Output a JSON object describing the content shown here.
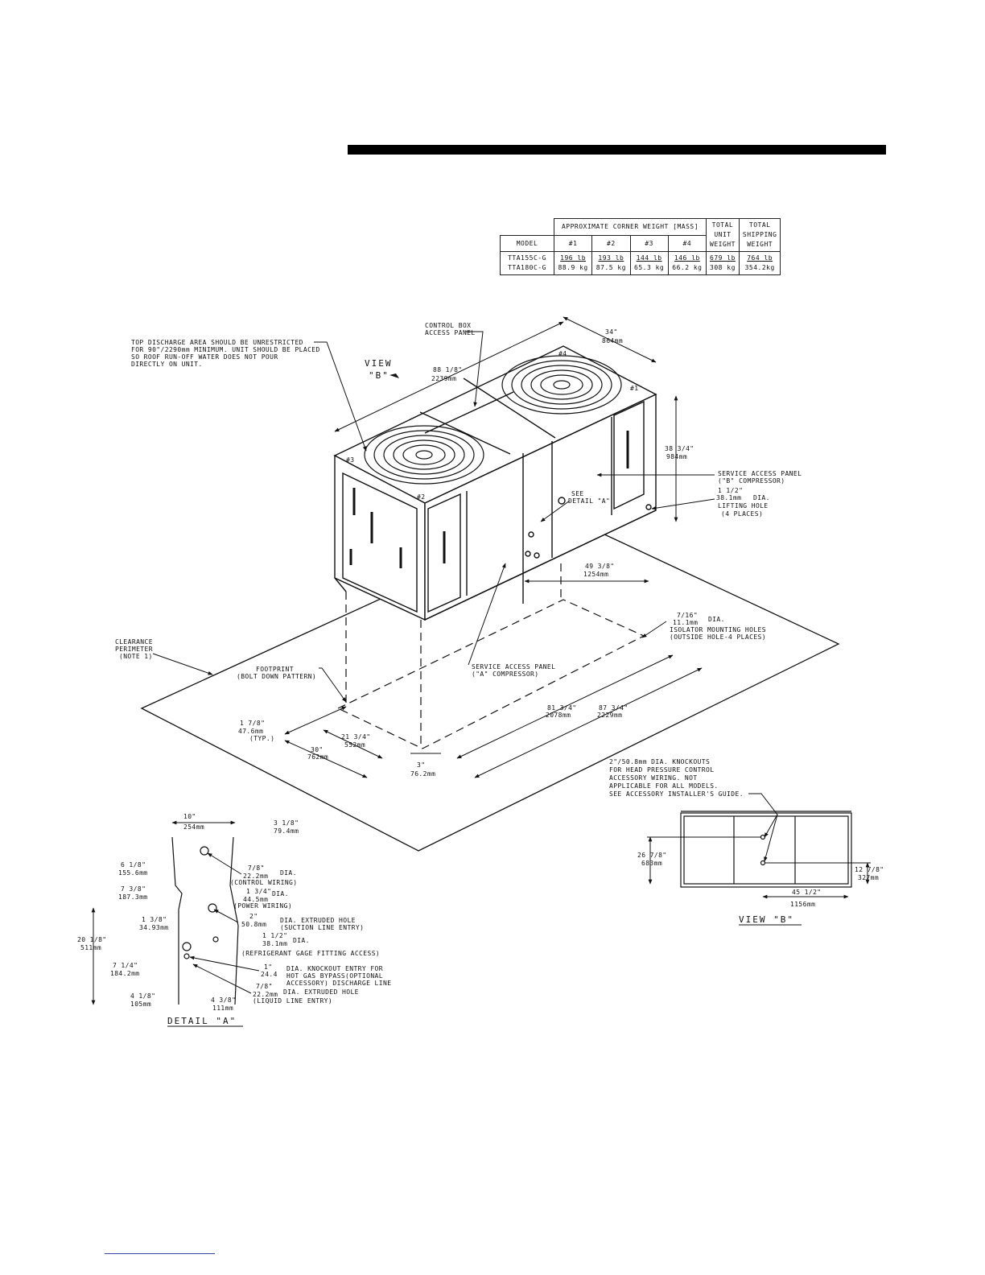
{
  "table": {
    "header_corner": "APPROXIMATE CORNER WEIGHT [MASS]",
    "header_total_unit": [
      "TOTAL",
      "UNIT",
      "WEIGHT"
    ],
    "header_total_ship": [
      "TOTAL",
      "SHIPPING",
      "WEIGHT"
    ],
    "col_model": "MODEL",
    "cols": [
      "#1",
      "#2",
      "#3",
      "#4"
    ],
    "models": [
      "TTA155C-G",
      "TTA180C-G"
    ],
    "corner_lb": [
      "196 lb",
      "193 lb",
      "144 lb",
      "146 lb"
    ],
    "corner_kg": [
      "88.9 kg",
      "87.5 kg",
      "65.3 kg",
      "66.2 kg"
    ],
    "unit_lb": "679 lb",
    "unit_kg": "308 kg",
    "ship_lb": "764 lb",
    "ship_kg": "354.2kg"
  },
  "notes": {
    "top_discharge": [
      "TOP DISCHARGE AREA SHOULD BE UNRESTRICTED",
      "FOR 90\"/2290mm MINIMUM. UNIT SHOULD BE PLACED",
      "SO ROOF RUN-OFF WATER DOES NOT POUR",
      "DIRECTLY ON UNIT."
    ],
    "control_box": [
      "CONTROL BOX",
      "ACCESS PANEL"
    ],
    "view_b_arrow": [
      "VIEW",
      "\"B\""
    ],
    "clearance": [
      "CLEARANCE",
      "PERIMETER",
      "(NOTE 1)"
    ],
    "footprint": [
      "FOOTPRINT",
      "(BOLT DOWN PATTERN)"
    ],
    "service_b": [
      "SERVICE ACCESS PANEL",
      "(\"B\" COMPRESSOR)"
    ],
    "lifting_hole": [
      "DIA.",
      "LIFTING HOLE",
      "(4 PLACES)"
    ],
    "see_detail": [
      "SEE",
      "DETAIL \"A\""
    ],
    "service_a": [
      "SERVICE ACCESS PANEL",
      "(\"A\" COMPRESSOR)"
    ],
    "isolator": [
      "DIA.",
      "ISOLATOR MOUNTING HOLES",
      "(OUTSIDE HOLE-4 PLACES)"
    ],
    "knockouts": [
      "2\"/50.8mm DIA. KNOCKOUTS",
      "FOR HEAD PRESSURE CONTROL",
      "ACCESSORY WIRING. NOT",
      "APPLICABLE FOR ALL MODELS.",
      "SEE ACCESSORY INSTALLER'S GUIDE."
    ],
    "view_b_title": "VIEW \"B\"",
    "detail_a_title": "DETAIL \"A\"",
    "corners": [
      "#1",
      "#2",
      "#3",
      "#4"
    ]
  },
  "dims": {
    "d34": [
      "34\"",
      "864mm"
    ],
    "d88": [
      "88 1/8\"",
      "2239mm"
    ],
    "d38": [
      "38 3/4\"",
      "984mm"
    ],
    "d112": [
      "1 1/2\"",
      "38.1mm"
    ],
    "d49": [
      "49 3/8\"",
      "1254mm"
    ],
    "d716": [
      "7/16\"",
      "11.1mm"
    ],
    "d178": [
      "1 7/8\"",
      "47.6mm",
      "(TYP.)"
    ],
    "d2134": [
      "21 3/4\"",
      "552mm"
    ],
    "d30": [
      "30\"",
      "762mm"
    ],
    "d3": [
      "3\"",
      "76.2mm"
    ],
    "d8134": [
      "81 3/4\"",
      "2078mm"
    ],
    "d8734": [
      "87 3/4\"",
      "2229mm"
    ],
    "vb2678": [
      "26 7/8\"",
      "683mm"
    ],
    "vb1278": [
      "12 7/8\"",
      "327mm"
    ],
    "vb4512": [
      "45 1/2\"",
      "1156mm"
    ]
  },
  "detail": {
    "d10": [
      "10\"",
      "254mm"
    ],
    "d318": [
      "3 1/8\"",
      "79.4mm"
    ],
    "d618": [
      "6 1/8\"",
      "155.6mm"
    ],
    "d738": [
      "7 3/8\"",
      "187.3mm"
    ],
    "d138": [
      "1 3/8\"",
      "34.93mm"
    ],
    "d2018": [
      "20 1/8\"",
      "511mm"
    ],
    "d714": [
      "7 1/4\"",
      "184.2mm"
    ],
    "d418": [
      "4 1/8\"",
      "105mm"
    ],
    "d438": [
      "4 3/8\"",
      "111mm"
    ],
    "h78": [
      "7/8\"",
      "22.2mm",
      "DIA.",
      "(CONTROL WIRING)"
    ],
    "h134": [
      "1 3/4\"",
      "44.5mm",
      "DIA.",
      "(POWER WIRING)"
    ],
    "h2": [
      "2\"",
      "50.8mm",
      "DIA. EXTRUDED HOLE",
      "(SUCTION LINE ENTRY)"
    ],
    "h112": [
      "1 1/2\"",
      "38.1mm",
      "DIA.",
      "(REFRIGERANT GAGE FITTING ACCESS)"
    ],
    "h1": [
      "1\"",
      "24.4",
      "DIA. KNOCKOUT ENTRY FOR",
      "HOT GAS BYPASS(OPTIONAL",
      "ACCESSORY) DISCHARGE LINE"
    ],
    "h78b": [
      "7/8\"",
      "22.2mm",
      "DIA. EXTRUDED HOLE",
      "(LIQUID LINE ENTRY)"
    ]
  }
}
